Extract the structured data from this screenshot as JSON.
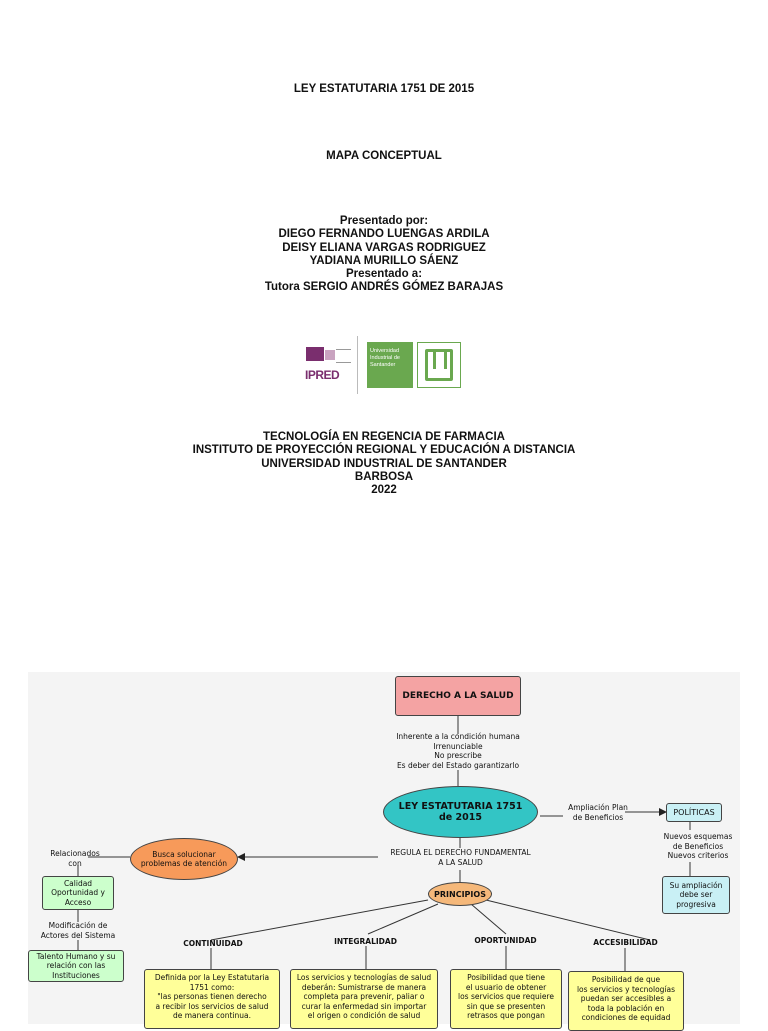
{
  "cover": {
    "title": "LEY ESTATUTARIA 1751 DE 2015",
    "subtitle": "MAPA CONCEPTUAL",
    "presented_by_label": "Presentado por:",
    "authors": [
      "DIEGO FERNANDO LUENGAS ARDILA",
      "DEISY ELIANA VARGAS RODRIGUEZ",
      "YADIANA MURILLO SÁENZ"
    ],
    "presented_to_label": "Presentado a:",
    "tutor": "Tutora SERGIO ANDRÉS GÓMEZ BARAJAS",
    "institution_lines": [
      "TECNOLOGÍA EN REGENCIA DE FARMACIA",
      "INSTITUTO DE PROYECCIÓN REGIONAL Y EDUCACIÓN A DISTANCIA",
      "UNIVERSIDAD INDUSTRIAL DE SANTANDER",
      "BARBOSA",
      "2022"
    ],
    "logos": {
      "ipred": "IPRED",
      "uis_lines": [
        "Universidad",
        "Industrial de",
        "Santander"
      ]
    }
  },
  "concept_map": {
    "root": "DERECHO A LA SALUD",
    "root_link": [
      "Inherente a la condición humana",
      "Irrenunciable",
      "No prescribe",
      "Es deber del Estado garantizarlo"
    ],
    "law": [
      "LEY ESTATUTARIA 1751",
      "de 2015"
    ],
    "right_link": [
      "Ampliación Plan",
      "de Beneficios"
    ],
    "politicas": "POLÍTICAS",
    "politicas_link": [
      "Nuevos esquemas",
      "de Beneficios",
      "Nuevos criterios"
    ],
    "ampliacion": [
      "Su ampliación",
      "debe ser",
      "progresiva"
    ],
    "center_link": [
      "REGULA EL DERECHO FUNDAMENTAL",
      "A LA SALUD"
    ],
    "busca": [
      "Busca solucionar",
      "problemas de atención"
    ],
    "relacionados": [
      "Relacionados",
      "con"
    ],
    "calidad": [
      "Calidad",
      "Oportunidad y",
      "Acceso"
    ],
    "modificacion": [
      "Modificación de",
      "Actores del Sistema"
    ],
    "talento": [
      "Talento Humano y su",
      "relación con las",
      "Instituciones"
    ],
    "principios": "PRINCIPIOS",
    "branches": [
      {
        "label": "CONTINUIDAD",
        "text": [
          "Definida por la Ley Estatutaria",
          "1751 como:",
          "\"las personas tienen derecho",
          "a recibir los servicios de salud",
          "de manera continua."
        ]
      },
      {
        "label": "INTEGRALIDAD",
        "text": [
          "Los servicios y tecnologías de salud",
          "deberán: Sumistrarse de manera",
          "completa para prevenir, paliar o",
          "curar la enfermedad sin importar",
          "el origen o condición de salud"
        ]
      },
      {
        "label": "OPORTUNIDAD",
        "text": [
          "Posibilidad que tiene",
          "el usuario de obtener",
          "los servicios que requiere",
          "sin que se presenten",
          "retrasos que pongan"
        ]
      },
      {
        "label": "ACCESIBILIDAD",
        "text": [
          "Posibilidad de que",
          "los servicios y tecnologías",
          "puedan ser accesibles a",
          "toda la población en",
          "condiciones de equidad"
        ]
      }
    ],
    "colors": {
      "root_fill": "#f4a3a3",
      "law_fill": "#33c5c5",
      "politicas_fill": "#c9f0f5",
      "busca_fill": "#f79a5a",
      "green_fill": "#ccffcc",
      "principios_fill": "#f5b87a",
      "note_fill": "#ffff99"
    }
  }
}
